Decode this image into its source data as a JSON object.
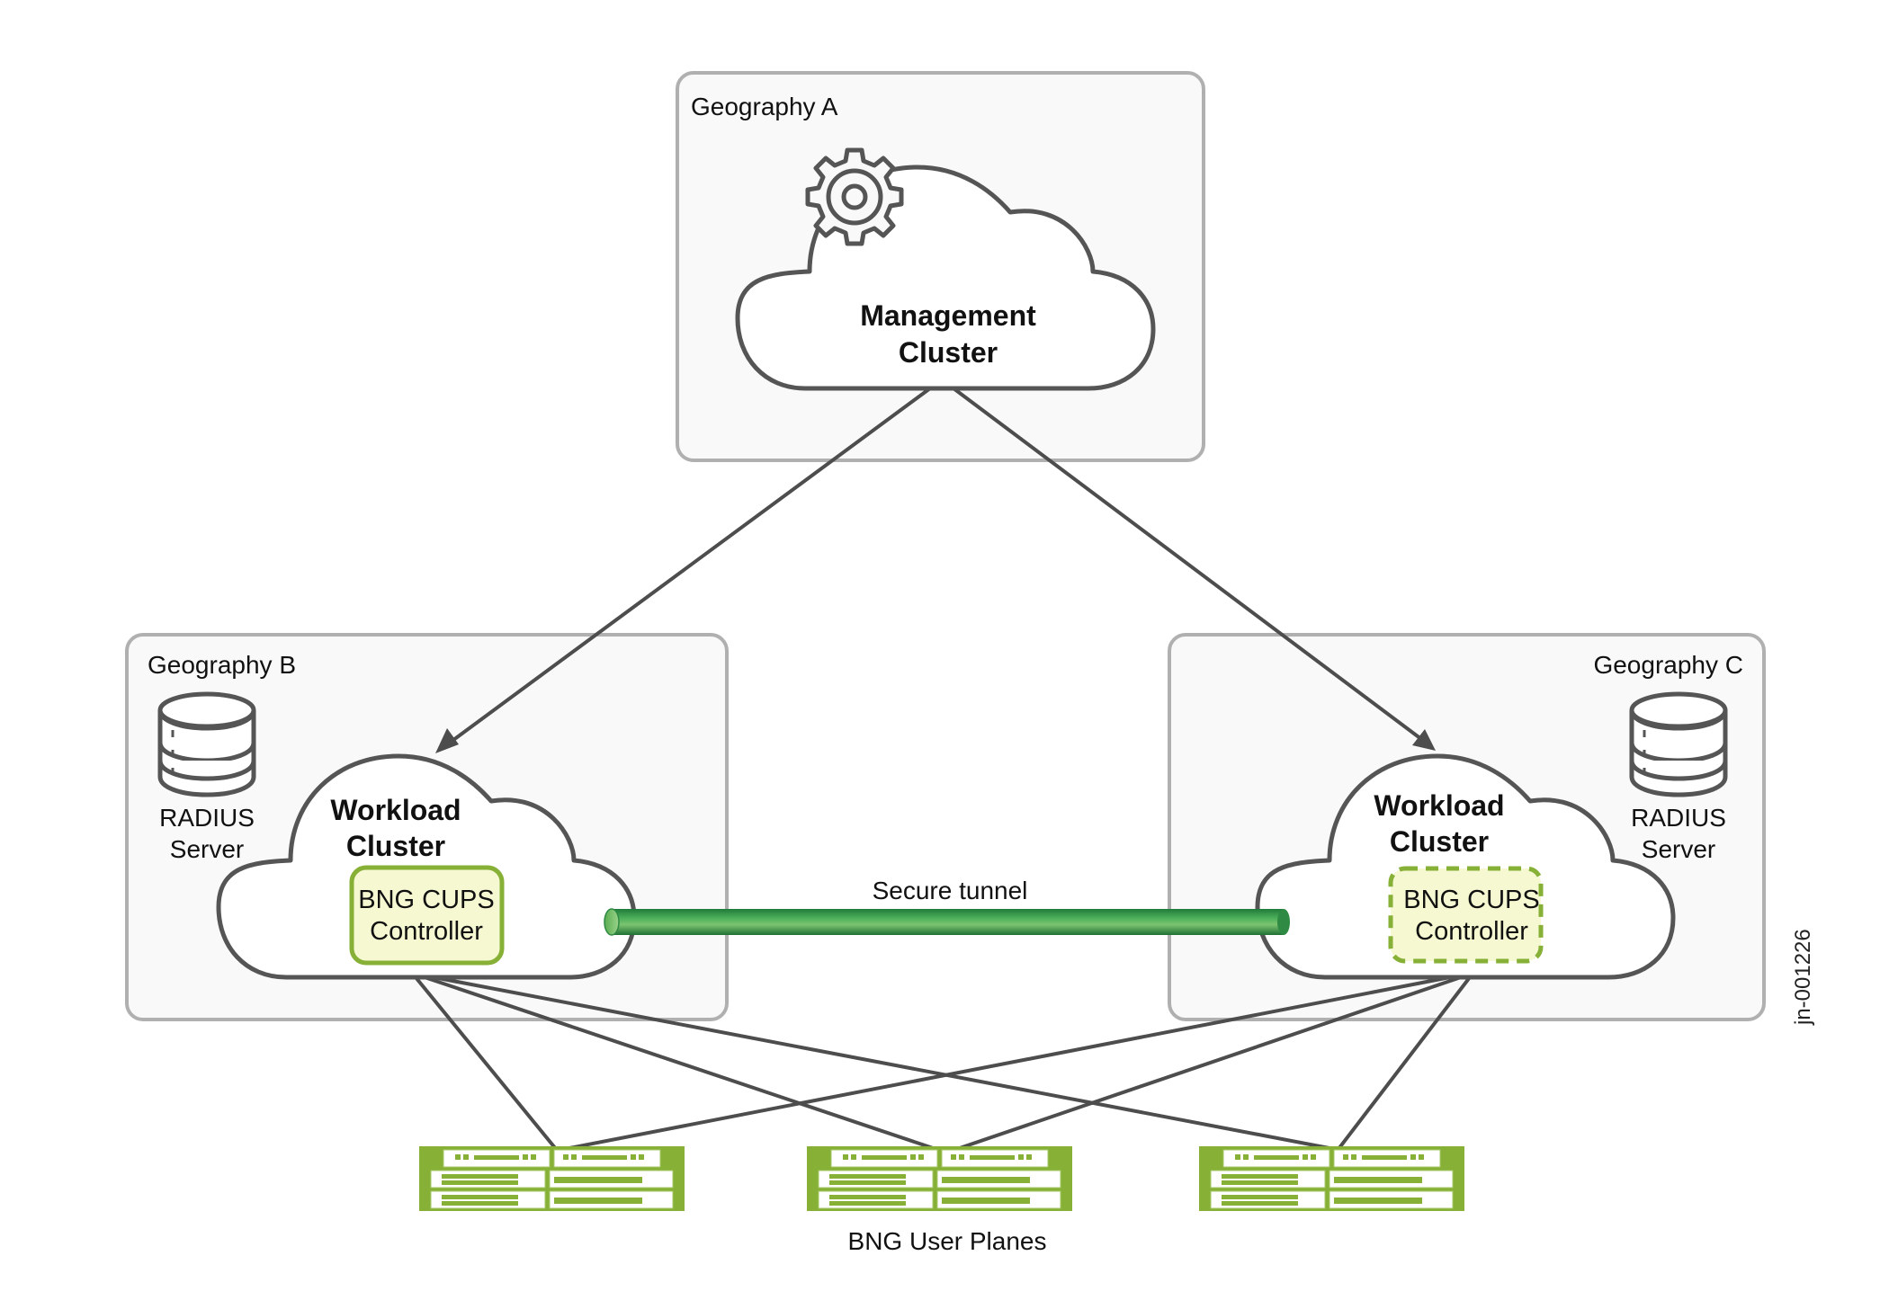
{
  "diagram": {
    "figure_id": "jn-001226",
    "colors": {
      "accent_green": "#86b036",
      "controller_fill": "#f6f8d2",
      "tunnel_green": "#3a9a4a",
      "line_gray": "#4d4d4d",
      "box_border": "#b0b0b0"
    },
    "geographies": {
      "a": {
        "label": "Geography A"
      },
      "b": {
        "label": "Geography B"
      },
      "c": {
        "label": "Geography C"
      }
    },
    "management_cluster": {
      "line1": "Management",
      "line2": "Cluster",
      "icon": "gear-icon"
    },
    "workload_clusters": {
      "b": {
        "line1": "Workload",
        "line2": "Cluster",
        "controller": {
          "line1": "BNG CUPS",
          "line2": "Controller",
          "state": "active"
        }
      },
      "c": {
        "line1": "Workload",
        "line2": "Cluster",
        "controller": {
          "line1": "BNG CUPS",
          "line2": "Controller",
          "state": "standby"
        }
      }
    },
    "radius_servers": {
      "b": {
        "line1": "RADIUS",
        "line2": "Server",
        "icon": "database-icon"
      },
      "c": {
        "line1": "RADIUS",
        "line2": "Server",
        "icon": "database-icon"
      }
    },
    "tunnel": {
      "label": "Secure tunnel"
    },
    "user_planes": {
      "label": "BNG User Planes",
      "count": 3
    },
    "connections": [
      {
        "from": "Management Cluster",
        "to": "Workload Cluster (Geography B)",
        "type": "arrow"
      },
      {
        "from": "Management Cluster",
        "to": "Workload Cluster (Geography C)",
        "type": "arrow"
      },
      {
        "from": "Workload Cluster (Geography B)",
        "to": "Workload Cluster (Geography C)",
        "type": "secure-tunnel"
      },
      {
        "from": "Workload Cluster (Geography B)",
        "to": "BNG User Plane 1",
        "type": "line"
      },
      {
        "from": "Workload Cluster (Geography B)",
        "to": "BNG User Plane 2",
        "type": "line"
      },
      {
        "from": "Workload Cluster (Geography B)",
        "to": "BNG User Plane 3",
        "type": "line"
      },
      {
        "from": "Workload Cluster (Geography C)",
        "to": "BNG User Plane 1",
        "type": "line"
      },
      {
        "from": "Workload Cluster (Geography C)",
        "to": "BNG User Plane 2",
        "type": "line"
      },
      {
        "from": "Workload Cluster (Geography C)",
        "to": "BNG User Plane 3",
        "type": "line"
      }
    ]
  }
}
